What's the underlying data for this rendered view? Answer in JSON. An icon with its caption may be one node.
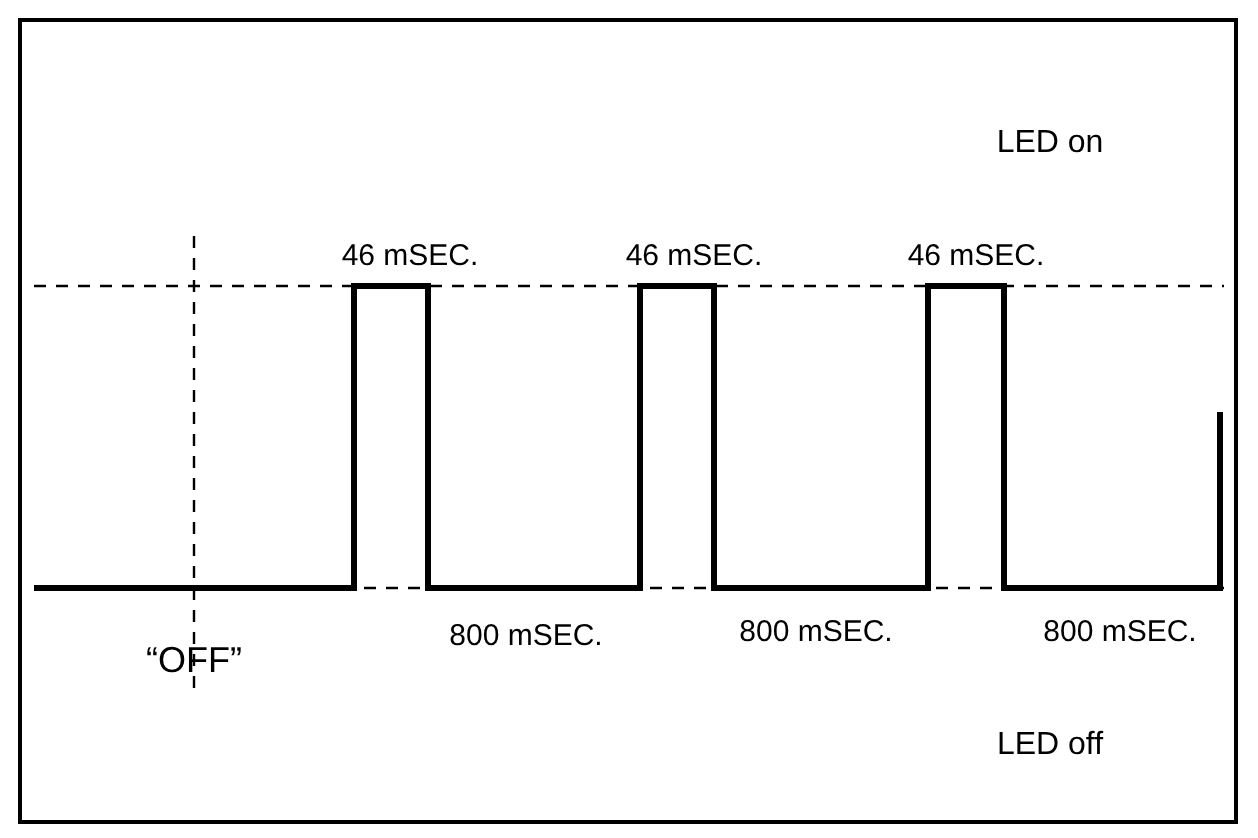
{
  "diagram": {
    "labels": [
      "LED on",
      "46 mSEC.",
      "46 mSEC.",
      "46 mSEC.",
      "800 mSEC.",
      "800 mSEC.",
      "800 mSEC.",
      "“OFF”",
      "LED off"
    ]
  }
}
